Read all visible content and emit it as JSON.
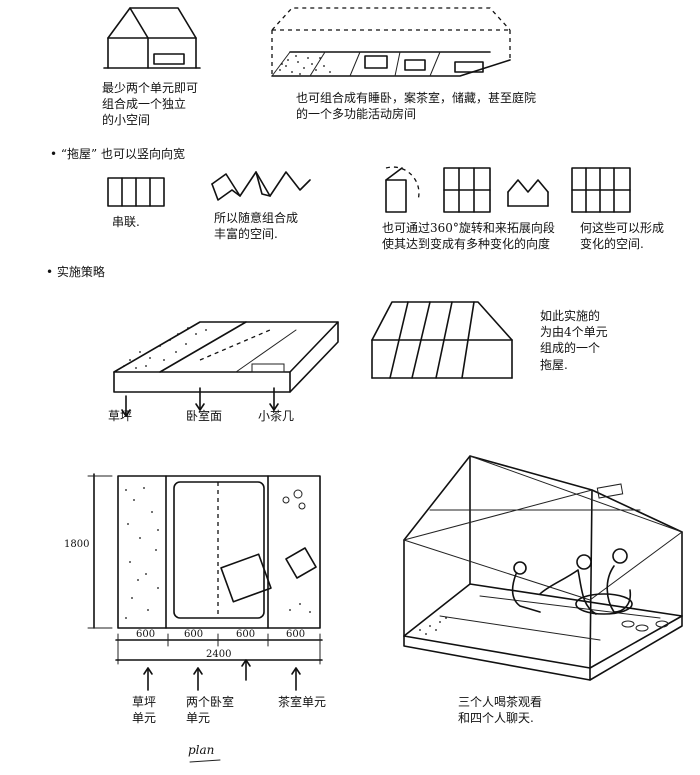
{
  "notes": {
    "n1": "最少两个单元即可\n组合成一个独立\n的小空间",
    "n2": "也可组合成有睡卧，案茶室，储藏，甚至庭院\n的一个多功能活动房间",
    "h1": "• “拖屋” 也可以竖向向宽",
    "n3": "串联.",
    "n4": "所以随意组合成\n丰富的空间.",
    "n5": "也可通过360°旋转和来拓展向段\n使其达到变成有多种变化的向度",
    "n6": "何这些可以形成\n变化的空间.",
    "h2": "• 实施策略",
    "n7": "如此实施的\n为由4个单元\n组成的一个\n拖屋.",
    "l1": "草坪",
    "l2": "卧室面",
    "l3": "小茶几",
    "dim_h": "1800",
    "d1": "600",
    "d2": "600",
    "d3": "600",
    "d4": "600",
    "dim_total": "2400",
    "u1": "草坪\n单元",
    "u2": "两个卧室\n单元",
    "u3": "茶室单元",
    "n8": "三个人喝茶观看\n和四个人聊天.",
    "plan": "plan"
  }
}
